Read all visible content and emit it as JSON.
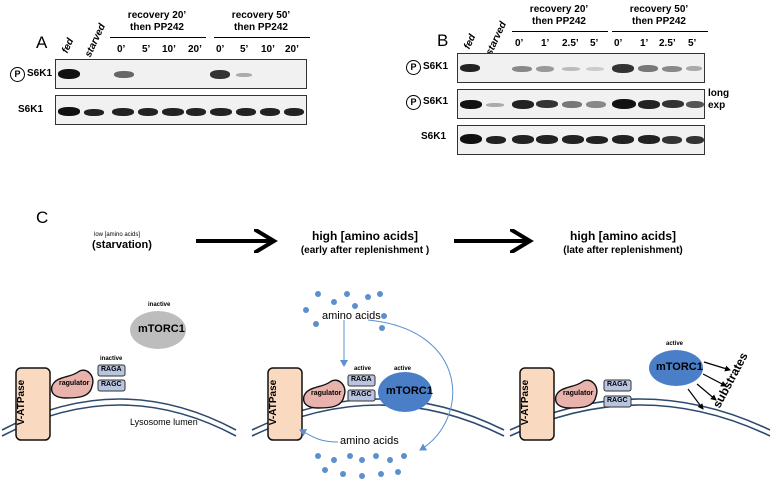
{
  "panel_a": {
    "letter": "A",
    "lanes": [
      "fed",
      "starved"
    ],
    "group1": {
      "line1": "recovery 20’",
      "line2": "then PP242",
      "times": [
        "0’",
        "5’",
        "10’",
        "20’"
      ]
    },
    "group2": {
      "line1": "recovery 50’",
      "line2": "then PP242",
      "times": [
        "0’",
        "5’",
        "10’",
        "20’"
      ]
    },
    "p_symbol": "P",
    "rows": [
      "S6K1",
      "S6K1"
    ]
  },
  "panel_b": {
    "letter": "B",
    "lanes": [
      "fed",
      "starved"
    ],
    "group1": {
      "line1": "recovery 20’",
      "line2": "then PP242",
      "times": [
        "0’",
        "1’",
        "2.5’",
        "5’"
      ]
    },
    "group2": {
      "line1": "recovery 50’",
      "line2": "then PP242",
      "times": [
        "0’",
        "1’",
        "2.5’",
        "5’"
      ]
    },
    "p_symbol": "P",
    "rows": [
      "S6K1",
      "S6K1",
      "S6K1"
    ],
    "long_exp_line1": "long",
    "long_exp_line2": "exp"
  },
  "panel_c": {
    "letter": "C",
    "stage1_small": "low [amino acids]",
    "stage1": "(starvation)",
    "stage2_line1": "high [amino acids]",
    "stage2_line2": "(early after replenishment )",
    "stage3_line1": "high [amino acids]",
    "stage3_line2": "(late after replenishment)",
    "vatpase": "V-ATPase",
    "ragulator": "ragulator",
    "raga": "RAGA",
    "ragc": "RAGC",
    "mtorc1": "mTORC1",
    "inactive": "inactive",
    "active": "active",
    "amino_acids": "amino acids",
    "lumen": "Lysosome lumen",
    "substrates": "substrates"
  },
  "colors": {
    "vatpase_fill": "#f9d9bf",
    "ragulator_fill": "#e9b3ad",
    "rag_fill": "#b8c4e0",
    "mtor_active": "#4a7ec7",
    "mtor_inactive": "#bdbdbd",
    "dots": "#5b8fcf",
    "membrane": "#2e4a70"
  }
}
